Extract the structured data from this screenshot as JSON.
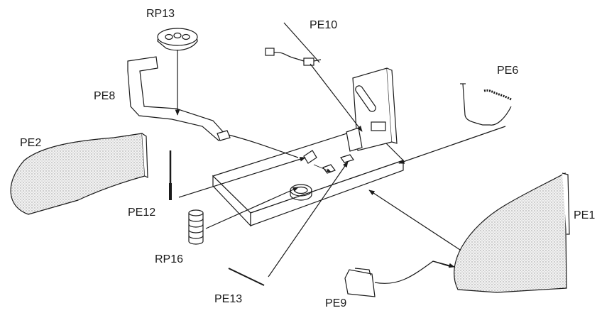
{
  "diagram": {
    "labels": {
      "rp13": "RP13",
      "pe10": "PE10",
      "pe6": "PE6",
      "pe8": "PE8",
      "pe2": "PE2",
      "pe12": "PE12",
      "pe1": "PE1",
      "rp16": "RP16",
      "pe13": "PE13",
      "pe9": "PE9"
    },
    "colors": {
      "line": "#1a1a1a",
      "panel_fill": "#d8d8d8",
      "background": "#ffffff"
    }
  }
}
